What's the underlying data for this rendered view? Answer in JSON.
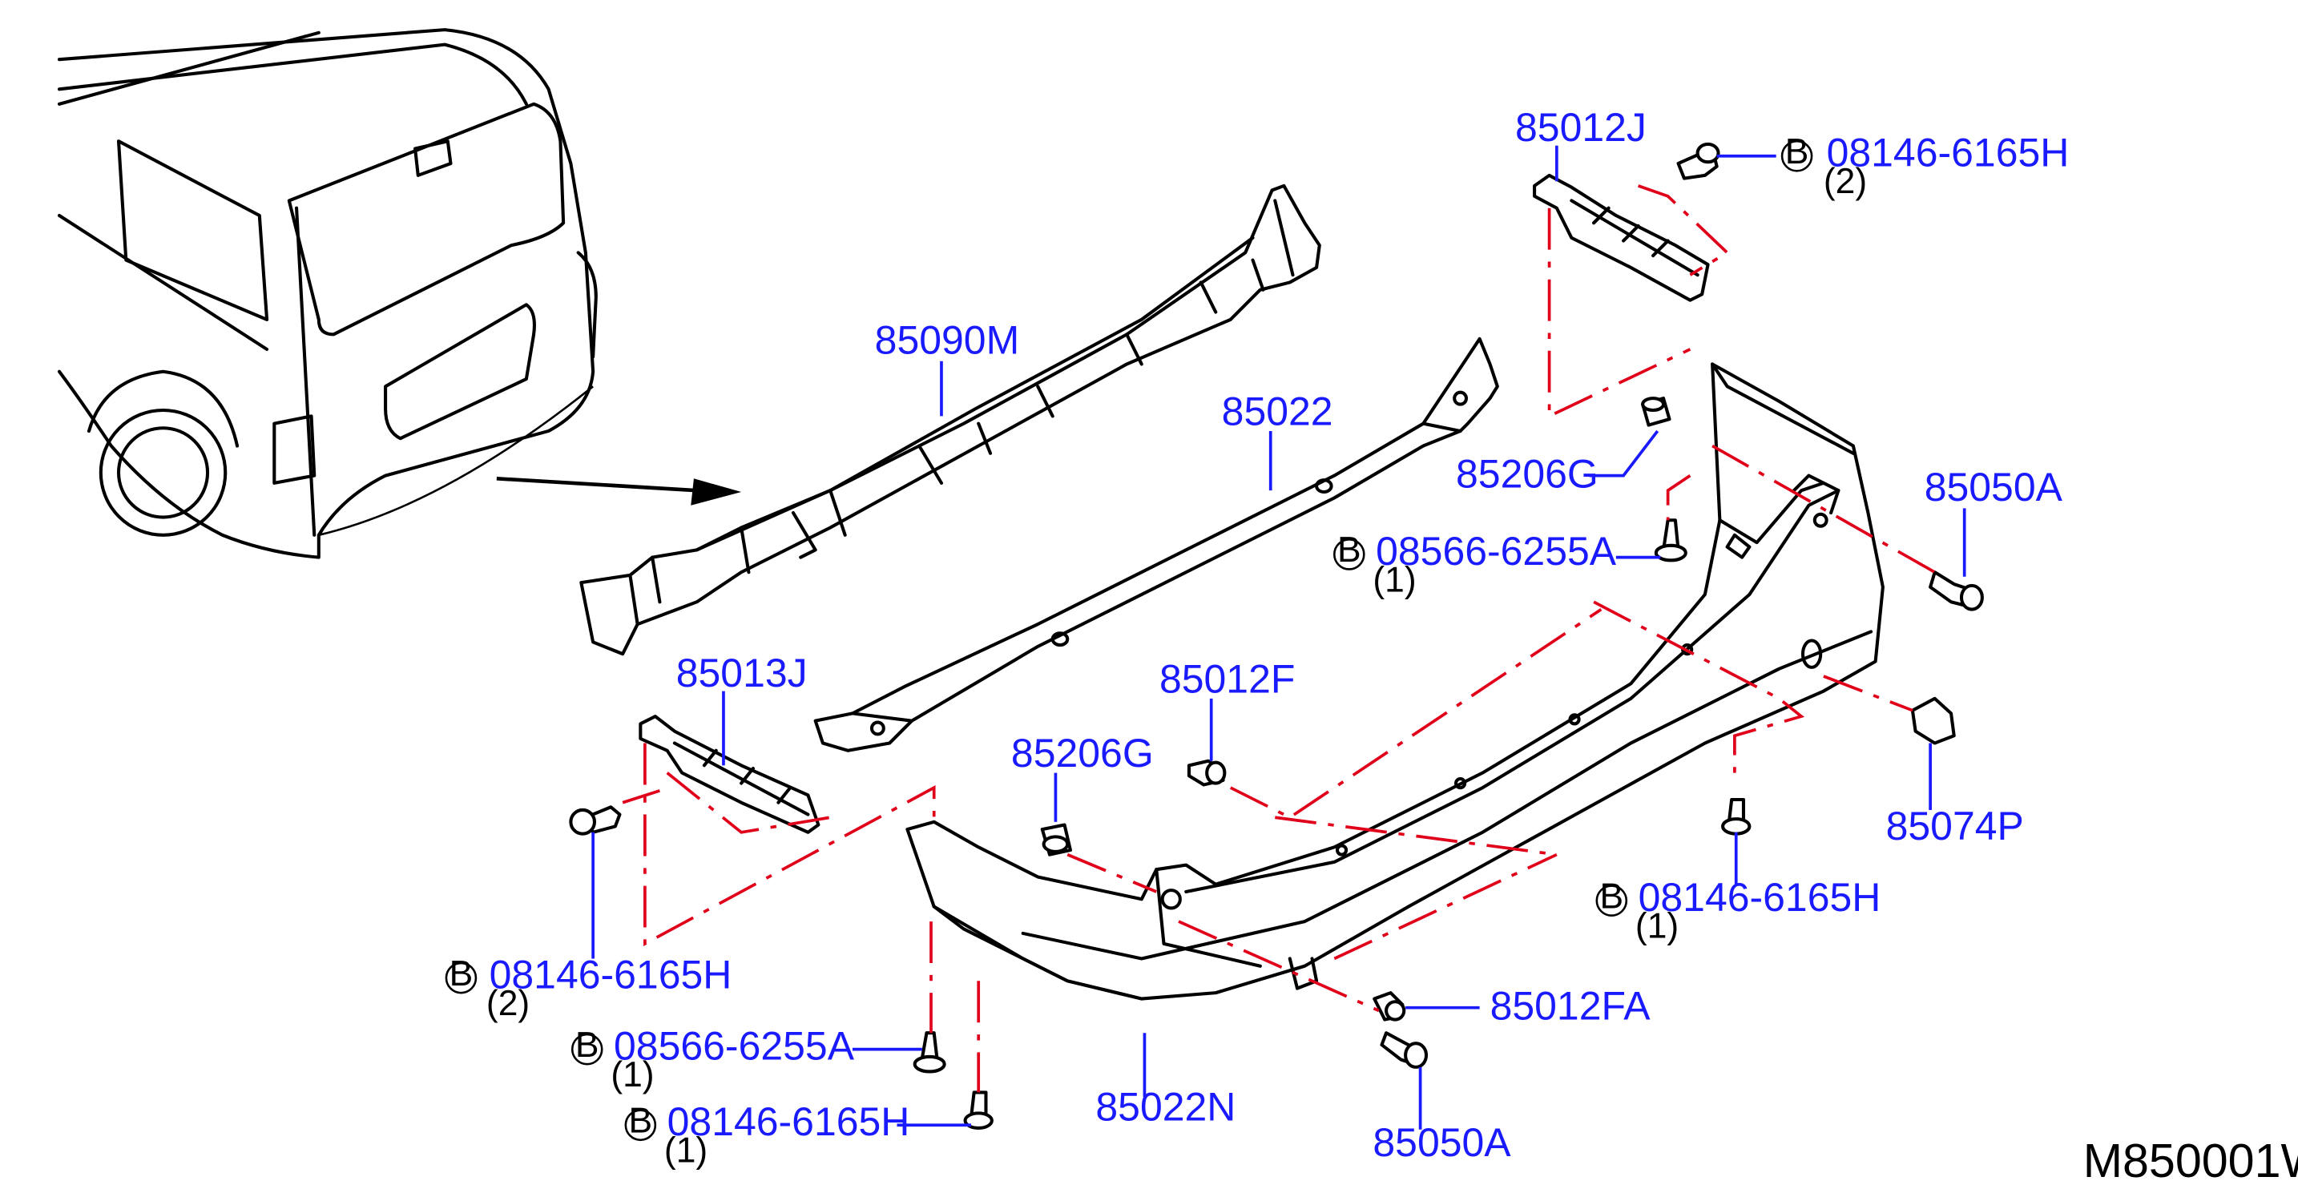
{
  "diagram": {
    "code": "M850001W",
    "colors": {
      "label": "#1a1aff",
      "dash": "#e0001a",
      "line": "#000000"
    },
    "callouts": {
      "p85012J": {
        "part": "85012J"
      },
      "p08146_top": {
        "prefix": "B",
        "part": "08146-6165H",
        "qty": "(2)"
      },
      "p85090M": {
        "part": "85090M"
      },
      "p85022": {
        "part": "85022"
      },
      "p85206G_r": {
        "part": "85206G"
      },
      "p85050A_r": {
        "part": "85050A"
      },
      "p08566_mid": {
        "prefix": "B",
        "part": "08566-6255A",
        "qty": "(1)"
      },
      "p85013J": {
        "part": "85013J"
      },
      "p85012F": {
        "part": "85012F"
      },
      "p85206G_l": {
        "part": "85206G"
      },
      "p85074P": {
        "part": "85074P"
      },
      "p08146_right": {
        "prefix": "B",
        "part": "08146-6165H",
        "qty": "(1)"
      },
      "p08146_left": {
        "prefix": "B",
        "part": "08146-6165H",
        "qty": "(2)"
      },
      "p85012FA": {
        "part": "85012FA"
      },
      "p08566_bot": {
        "prefix": "B",
        "part": "08566-6255A",
        "qty": "(1)"
      },
      "p85022N": {
        "part": "85022N"
      },
      "p08146_bot": {
        "prefix": "B",
        "part": "08146-6165H",
        "qty": "(1)"
      },
      "p85050A_b": {
        "part": "85050A"
      }
    }
  }
}
